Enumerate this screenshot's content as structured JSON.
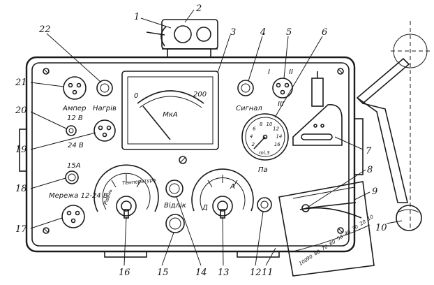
{
  "callouts": [
    "1",
    "2",
    "3",
    "4",
    "5",
    "6",
    "7",
    "8",
    "9",
    "10",
    "11",
    "12",
    "13",
    "14",
    "15",
    "16",
    "17",
    "18",
    "19",
    "20",
    "21",
    "22"
  ],
  "panel_labels": {
    "amper": "Ампер",
    "nahriv": "Нагрів",
    "signal": "Сигнал",
    "v12": "12 В",
    "v24": "24 В",
    "fuse": "15А",
    "mains": "Мережа 12-24 В",
    "vidlik": "Відлік",
    "pa": "Па",
    "meter_unit": "МкА",
    "meter_min": "0",
    "meter_max": "200",
    "temperature": "Температура",
    "riven": "Рівень",
    "roman1": "I",
    "roman2": "II",
    "roman3": "III",
    "mode_a": "А",
    "mode_d": "Д",
    "gauge_unit": "ml.3"
  },
  "gauge_ticks": [
    "2",
    "4",
    "6",
    "8",
    "10",
    "12",
    "14",
    "16"
  ],
  "scale_ticks": [
    "100",
    "90",
    "80",
    "70",
    "60",
    "50",
    "40",
    "30",
    "20",
    "10"
  ]
}
